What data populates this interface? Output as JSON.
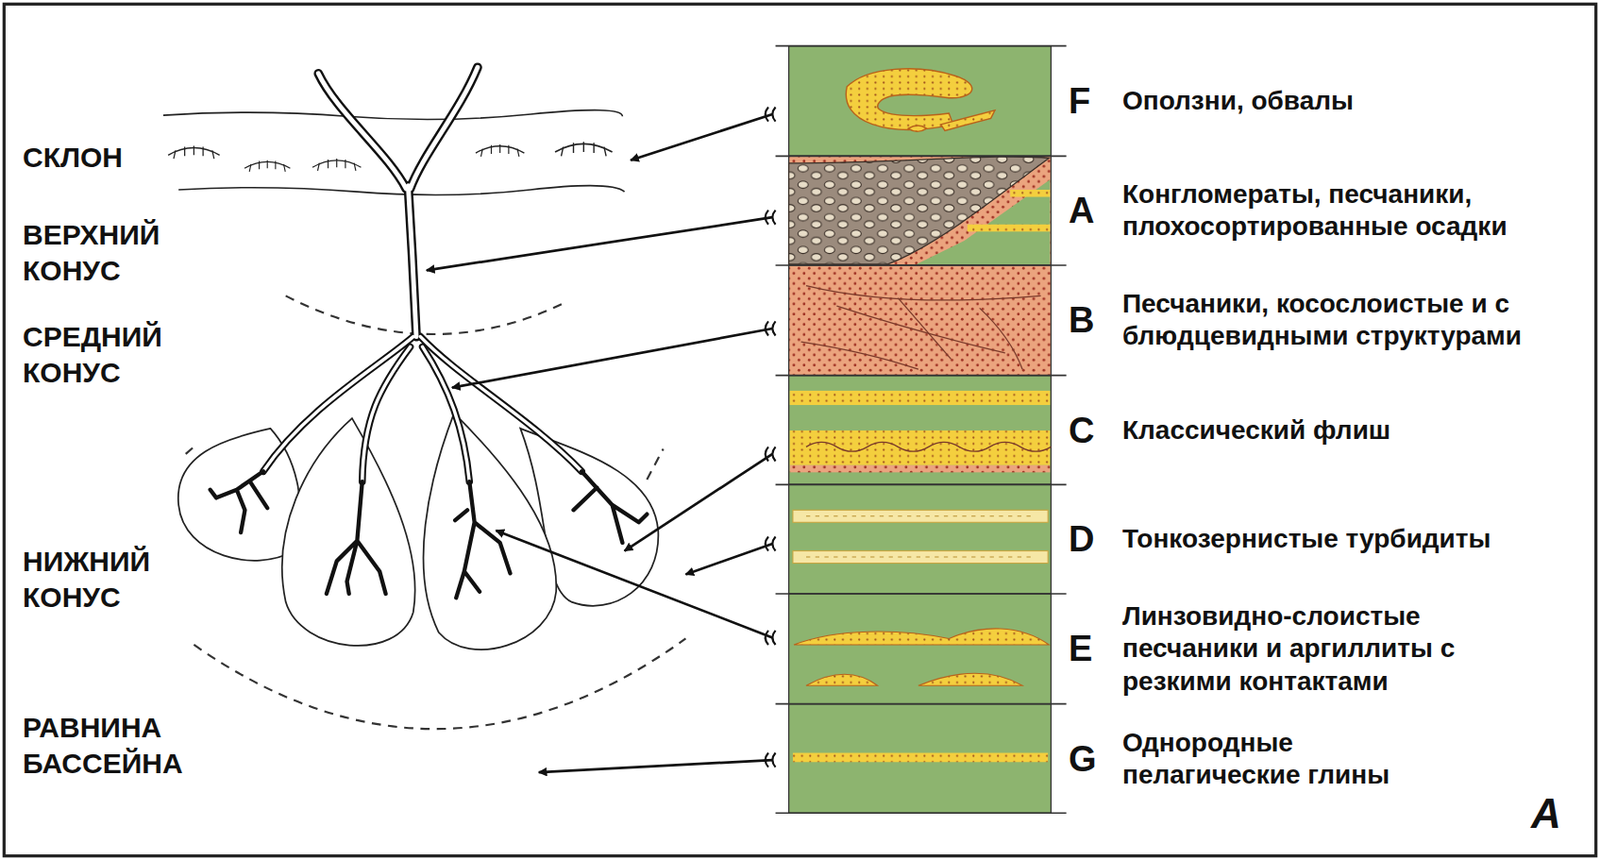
{
  "diagram": {
    "nodes": [
      {
        "text": [
          "F",
          "Оползни, обвалы"
        ]
      },
      {
        "text": [
          "A",
          "Конгломераты, песчаники, плохосортированные осадки"
        ]
      },
      {
        "text": [
          "B",
          "Песчаники, косослоистые и с блюдцевидными структурами"
        ]
      },
      {
        "text": [
          "C",
          "Классический флиш"
        ]
      },
      {
        "text": [
          "D",
          "Тонкозернистые турбидиты"
        ]
      },
      {
        "text": [
          "E",
          "Линзовидно-слоистые песчаники и аргиллиты с резкими контактами"
        ]
      },
      {
        "text": [
          "G",
          "Однородные пелагические глины"
        ]
      }
    ],
    "labels": [
      "СКЛОН",
      "ВЕРХНИЙ КОНУС",
      "СРЕДНИЙ КОНУС",
      "НИЖНИЙ КОНУС",
      "РАВНИНА БАССЕЙНА",
      "A"
    ]
  }
}
